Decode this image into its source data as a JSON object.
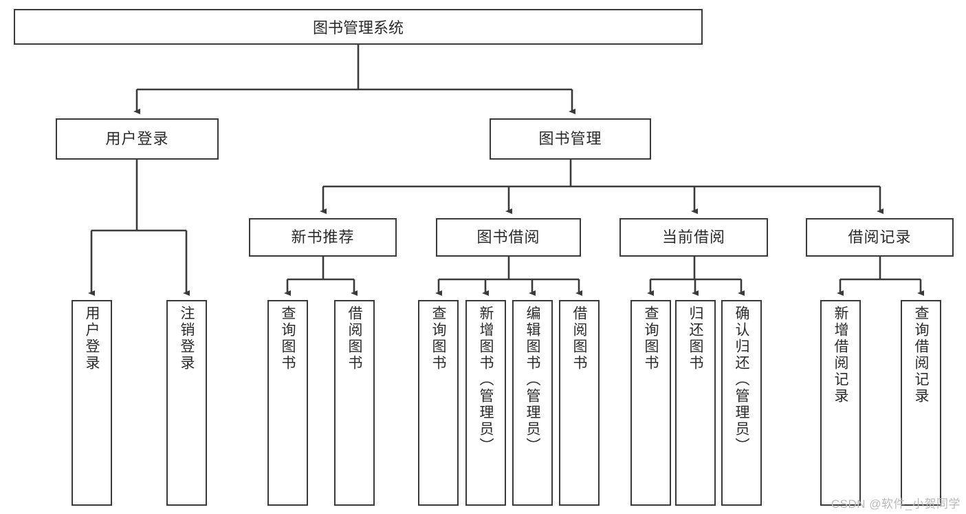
{
  "diagram": {
    "title": "图书管理系统",
    "watermark": "CSDN @软件_小贺同学",
    "colors": {
      "background": "#ffffff",
      "node_border": "#3a3a3a",
      "node_fill": "#ffffff",
      "edge": "#3a3a3a",
      "text": "#2b2b2b",
      "watermark": "#b9b9b9"
    },
    "root": {
      "label": "图书管理系统"
    },
    "level2": [
      {
        "label": "用户登录"
      },
      {
        "label": "图书管理"
      }
    ],
    "level3": [
      {
        "label": "新书推荐"
      },
      {
        "label": "图书借阅"
      },
      {
        "label": "当前借阅"
      },
      {
        "label": "借阅记录"
      }
    ],
    "leaves": {
      "user_login": [
        {
          "label": "用户登录"
        },
        {
          "label": "注销登录"
        }
      ],
      "new_book_recommend": [
        {
          "label": "查询图书"
        },
        {
          "label": "借阅图书"
        }
      ],
      "book_borrow": [
        {
          "label": "查询图书"
        },
        {
          "label": "新增图书（管理员）"
        },
        {
          "label": "编辑图书（管理员）"
        },
        {
          "label": "借阅图书"
        }
      ],
      "current_borrow": [
        {
          "label": "查询图书"
        },
        {
          "label": "归还图书"
        },
        {
          "label": "确认归还（管理员）"
        }
      ],
      "borrow_record": [
        {
          "label": "新增借阅记录"
        },
        {
          "label": "查询借阅记录"
        }
      ]
    }
  }
}
